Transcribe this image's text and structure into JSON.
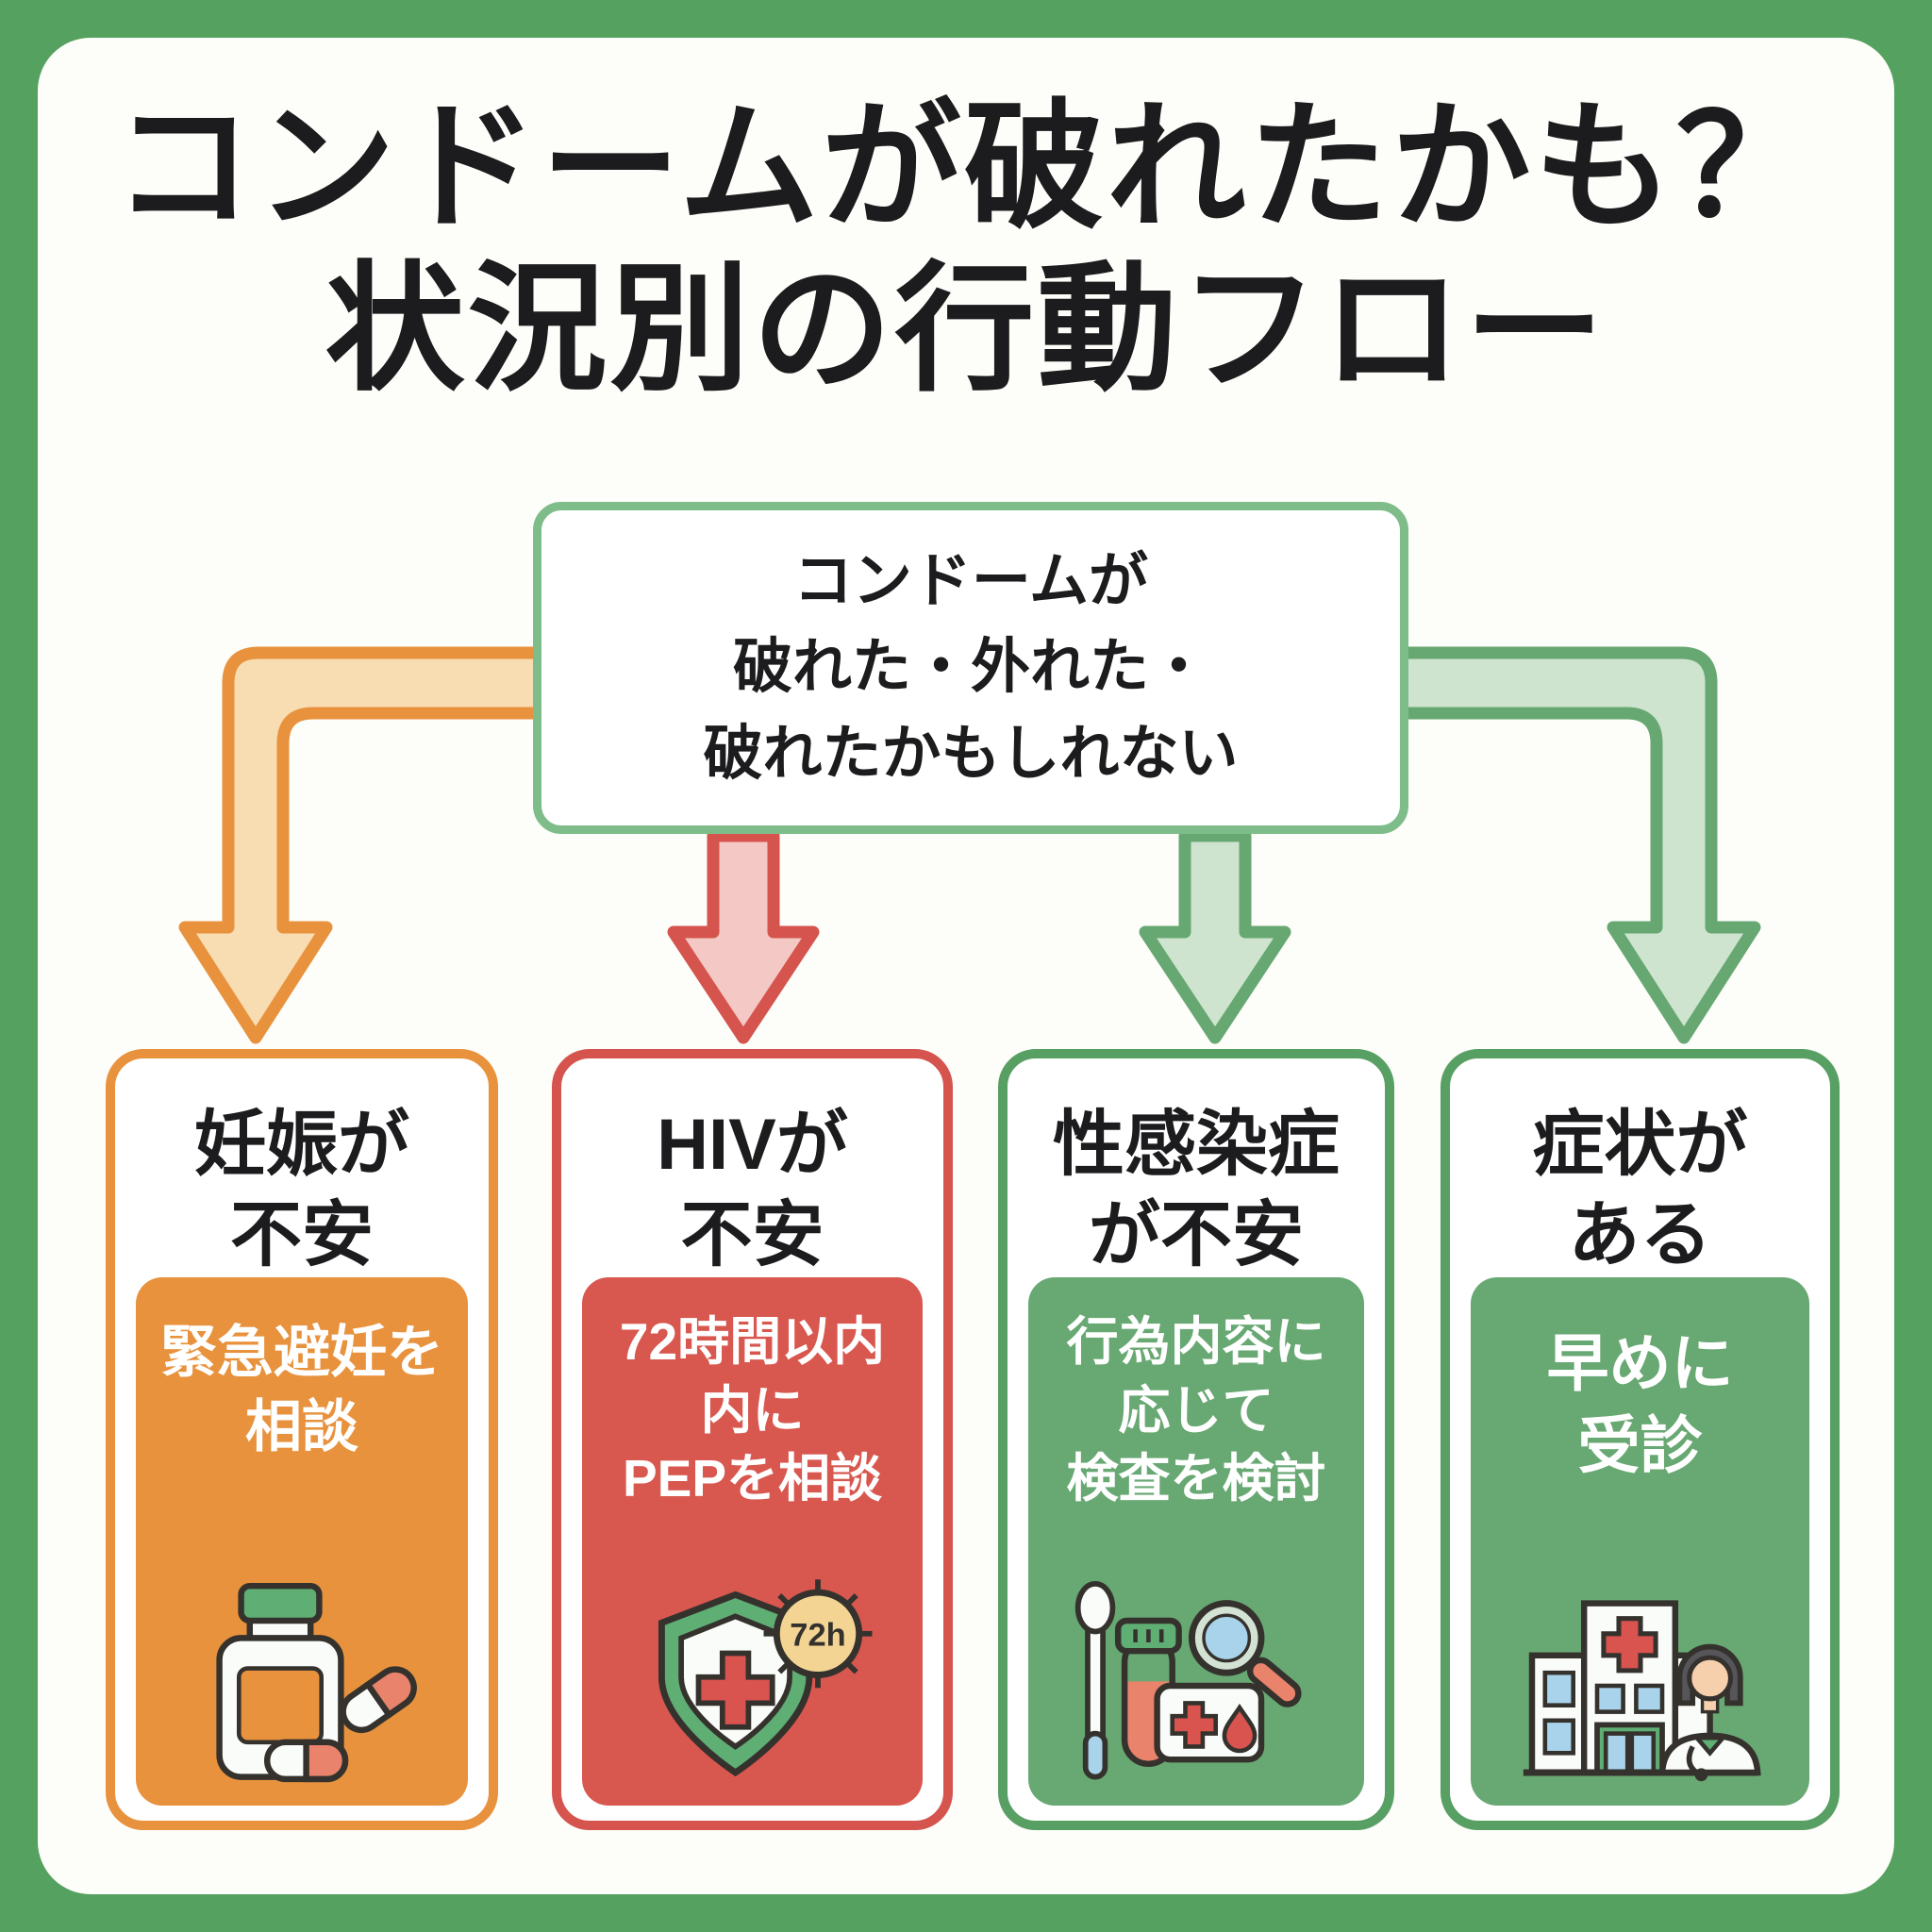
{
  "colors": {
    "bg_green": "#55a15f",
    "panel_white": "#fdfdf9",
    "box_border_green": "#7ebc8a",
    "ink": "#1c1c1e",
    "orange": "#e8923d",
    "orange_arrow_fill": "#f8dcb2",
    "red": "#d5544e",
    "red_box_fill": "#d8584f",
    "red_arrow_fill": "#f4c8c4",
    "green_border": "#589f63",
    "green_box_fill": "#68a873",
    "green_arrow_fill": "#cfe4cf",
    "green_arrow_stroke": "#67a872",
    "icon_green": "#5fae74",
    "icon_red": "#d9534f",
    "icon_white": "#fafcf9",
    "icon_stroke": "#35322e",
    "badge_tan": "#f3d493",
    "capsule_salmon": "#e9836c",
    "window_blue": "#a9d3ea",
    "skin": "#f6cfad",
    "hair_grey": "#55555a"
  },
  "header": {
    "title_line1": "コンドームが破れたかも？",
    "title_line2": "状況別の行動フロー"
  },
  "root_box": {
    "lines": [
      "コンドームが",
      "破れた・外れた・",
      "破れたかもしれない"
    ]
  },
  "columns": [
    {
      "id": "pregnancy",
      "theme": "#e8923d",
      "header_lines": [
        "妊娠が",
        "不安"
      ],
      "action_lines": [
        "緊急避妊を",
        "相談"
      ],
      "icon": "pill-bottle-icon"
    },
    {
      "id": "hiv",
      "theme": "#d5544e",
      "header_lines": [
        "HIVが",
        "不安"
      ],
      "action_lines": [
        "72時間以内",
        "内に",
        "PEPを相談"
      ],
      "badge": "72h",
      "icon": "shield-cross-72h-icon"
    },
    {
      "id": "sti",
      "theme": "#589f63",
      "header_lines": [
        "性感染症",
        "が不安"
      ],
      "action_lines": [
        "行為内容に",
        "応じて",
        "検査を検討"
      ],
      "icon": "test-kit-icon"
    },
    {
      "id": "symptoms",
      "theme": "#589f63",
      "header_lines": [
        "症状が",
        "ある"
      ],
      "action_lines": [
        "早めに",
        "受診"
      ],
      "icon": "hospital-doctor-icon"
    }
  ]
}
